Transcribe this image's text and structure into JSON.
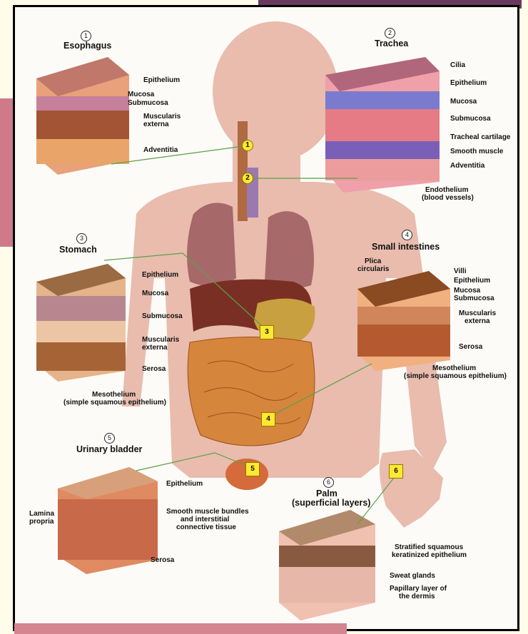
{
  "sections": {
    "esophagus": {
      "num": "1",
      "title": "Esophagus",
      "labels": [
        "Epithelium",
        "Mucosa",
        "Submucosa",
        "Muscularis",
        "externa",
        "Adventitia"
      ]
    },
    "trachea": {
      "num": "2",
      "title": "Trachea",
      "labels": [
        "Cilia",
        "Epithelium",
        "Mucosa",
        "Submucosa",
        "Tracheal cartilage",
        "Smooth muscle",
        "Adventitia",
        "Endothelium",
        "(blood vessels)"
      ]
    },
    "stomach": {
      "num": "3",
      "title": "Stomach",
      "labels": [
        "Epithelium",
        "Mucosa",
        "Submucosa",
        "Muscularis",
        "externa",
        "Serosa",
        "Mesothelium",
        "(simple squamous epithelium)"
      ]
    },
    "small_intestines": {
      "num": "4",
      "title": "Small intestines",
      "labels": [
        "Plica",
        "circularis",
        "Villi",
        "Epithelium",
        "Mucosa",
        "Submucosa",
        "Muscularis",
        "externa",
        "Serosa",
        "Mesothelium",
        "(simple squamous epithelium)"
      ]
    },
    "urinary_bladder": {
      "num": "5",
      "title": "Urinary bladder",
      "labels": [
        "Epithelium",
        "Lamina",
        "propria",
        "Smooth muscle bundles",
        "and interstitial",
        "connective tissue",
        "Serosa"
      ]
    },
    "palm": {
      "num": "6",
      "title_line1": "Palm",
      "title_line2": "(superficial layers)",
      "labels": [
        "Stratified squamous",
        "keratinized epithelium",
        "Sweat glands",
        "Papillary layer of",
        "the dermis"
      ]
    }
  },
  "body_markers": [
    "1",
    "2",
    "3",
    "4",
    "5",
    "6"
  ],
  "colors": {
    "frame": "#000000",
    "marker_fill": "#ffe830",
    "body": "#e8b9aa",
    "pink_panel": "#cf7a8b",
    "leader_line": "#5aa04a"
  }
}
